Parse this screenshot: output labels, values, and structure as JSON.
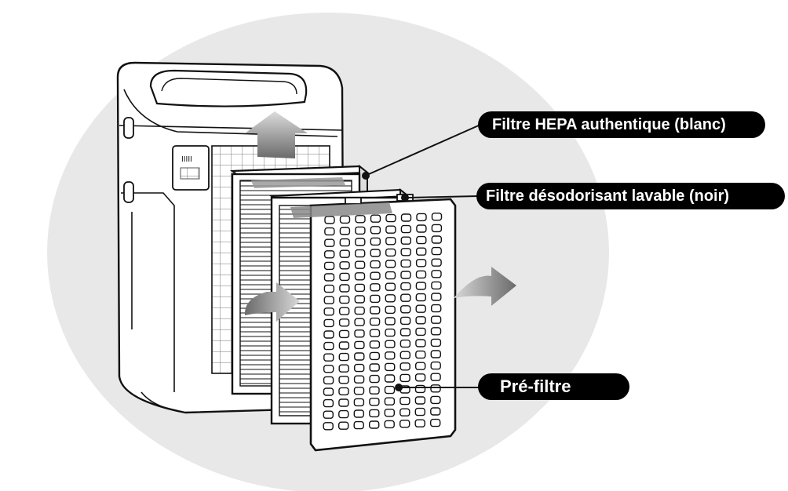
{
  "labels": {
    "hepa": "Filtre HEPA authentique (blanc)",
    "deodorizing": "Filtre désodorisant lavable (noir)",
    "prefilter": "Pré-filtre"
  },
  "unit_panel_text": "IIIII"
}
